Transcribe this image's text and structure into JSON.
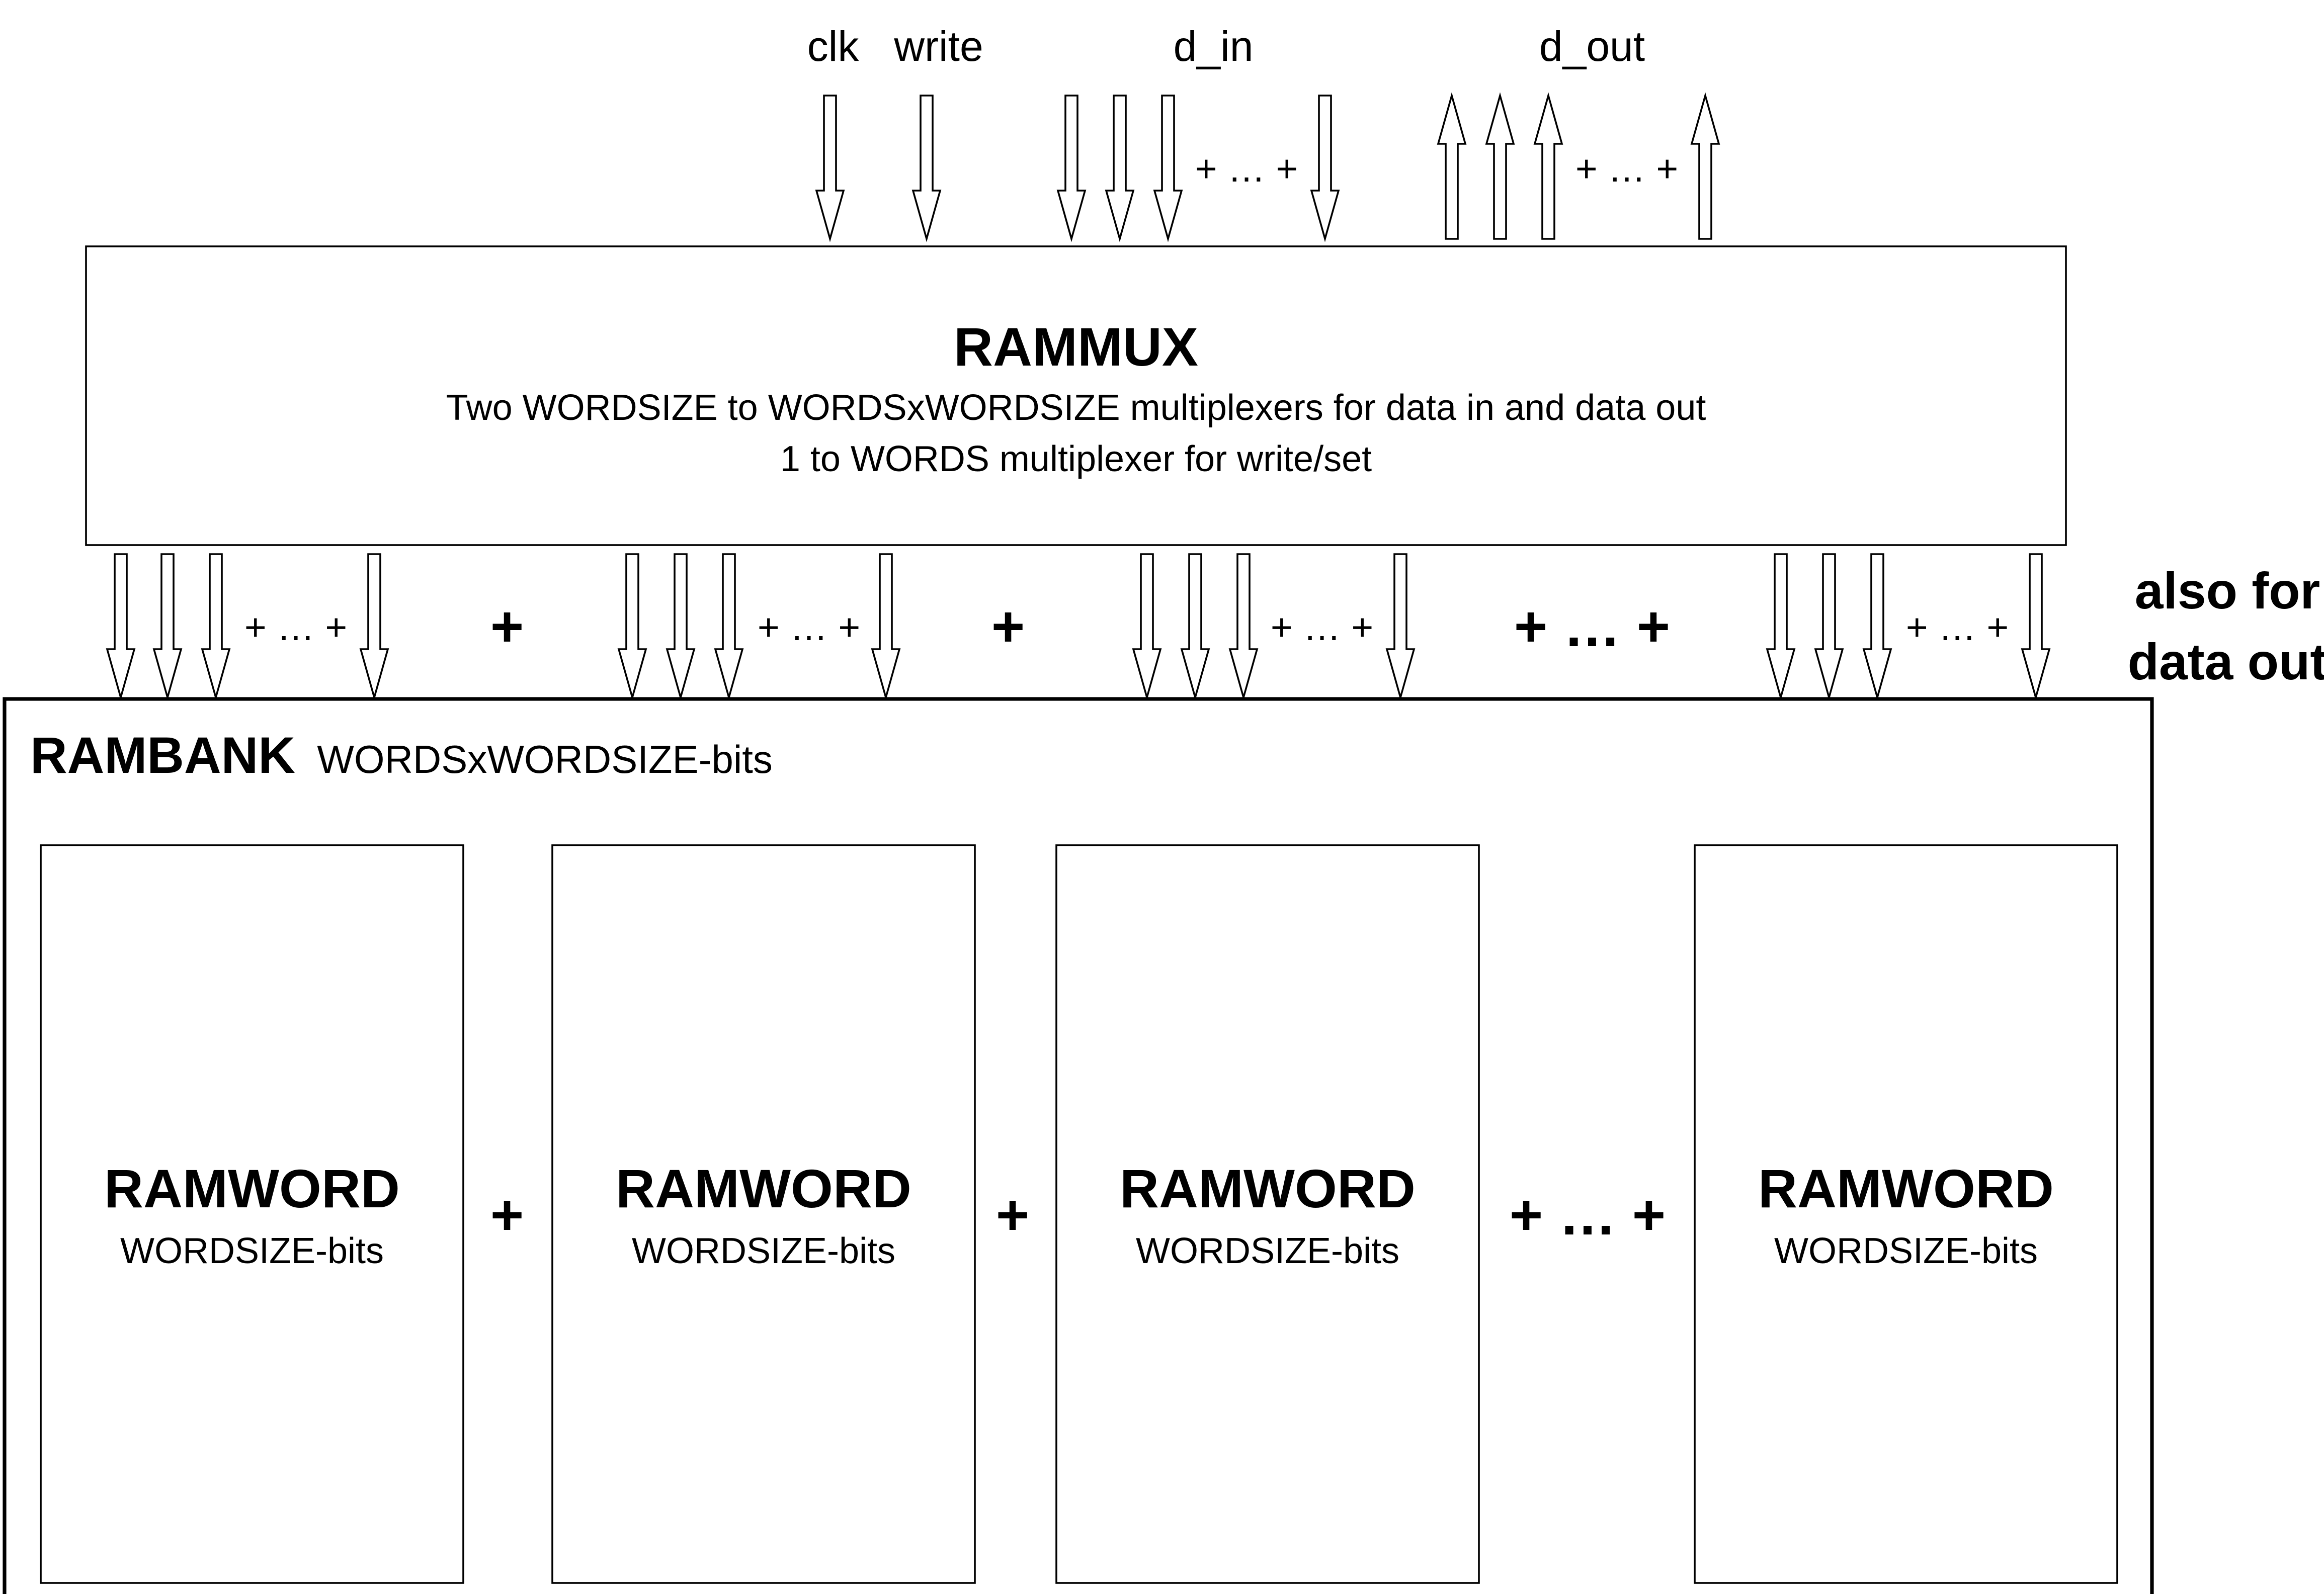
{
  "inputs": {
    "clk": "clk",
    "write": "write",
    "d_in": "d_in",
    "d_out": "d_out",
    "d_in_ellipsis": "+ … +",
    "d_out_ellipsis": "+ … +"
  },
  "rammux": {
    "title": "RAMMUX",
    "line1": "Two WORDSIZE to WORDSxWORDSIZE multiplexers for data in and data out",
    "line2": "1 to WORDS multiplexer for write/set"
  },
  "bus": {
    "group_ellipsis": "+ … +",
    "plus": "+",
    "big_ellipsis": "+ … +",
    "note_line1": "also for",
    "note_line2": "data out"
  },
  "rambank": {
    "title": "RAMBANK",
    "subtitle": "WORDSxWORDSIZE-bits",
    "words": [
      {
        "title": "RAMWORD",
        "subtitle": "WORDSIZE-bits"
      },
      {
        "title": "RAMWORD",
        "subtitle": "WORDSIZE-bits"
      },
      {
        "title": "RAMWORD",
        "subtitle": "WORDSIZE-bits"
      },
      {
        "title": "RAMWORD",
        "subtitle": "WORDSIZE-bits"
      }
    ],
    "separators": [
      "+",
      "+",
      "+ … +"
    ]
  },
  "colors": {
    "stroke": "#000000",
    "arrow_fill": "#ffffff",
    "background": "#ffffff"
  }
}
